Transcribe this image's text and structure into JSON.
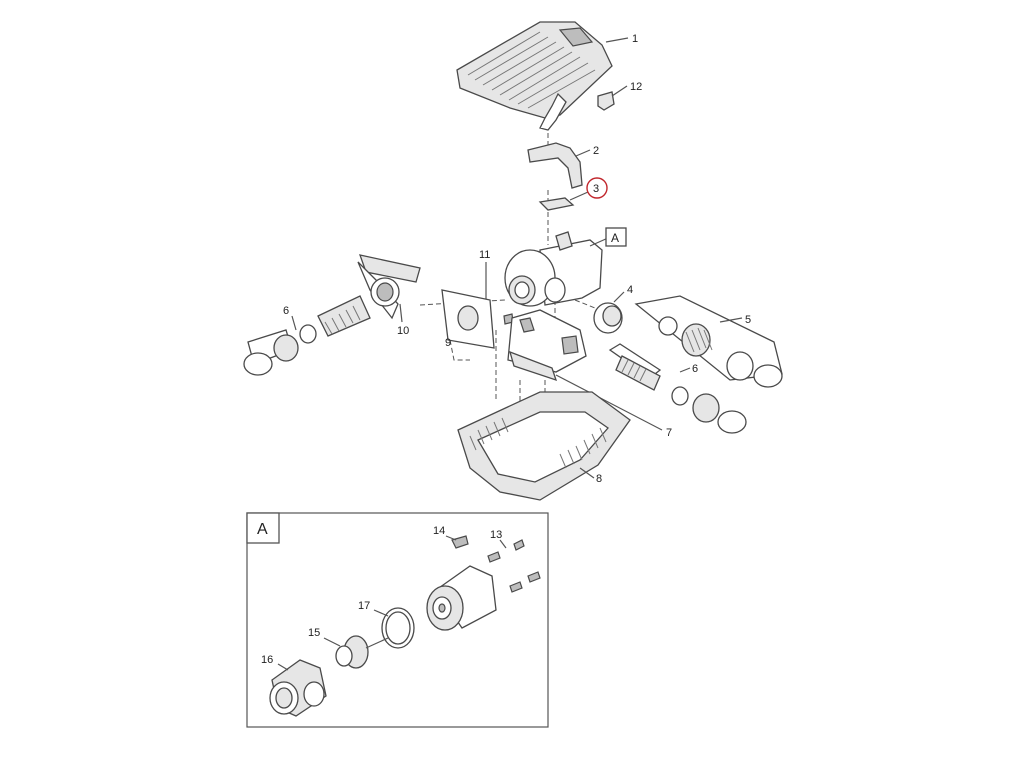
{
  "diagram": {
    "callouts": {
      "c1": "1",
      "c2": "2",
      "c3": "3",
      "c4": "4",
      "c5": "5",
      "c6a": "6",
      "c6b": "6",
      "c7": "7",
      "c8": "8",
      "c9": "9",
      "c10": "10",
      "c11": "11",
      "c12": "12",
      "c13": "13",
      "c14": "14",
      "c15": "15",
      "c16": "16",
      "c17": "17"
    },
    "view_box_label": "A",
    "inset_label": "A",
    "highlight_color": "#c1272d"
  }
}
